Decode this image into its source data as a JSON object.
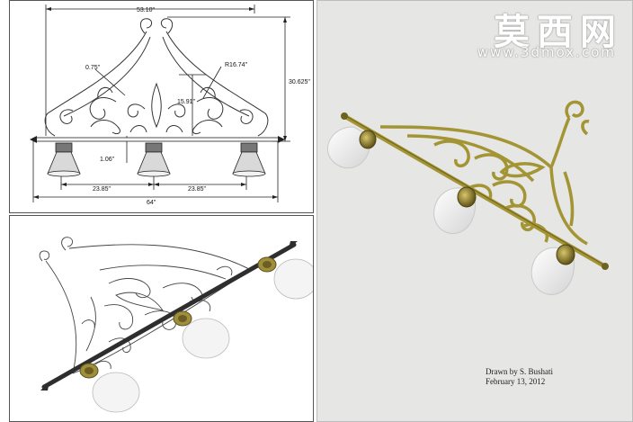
{
  "drawing": {
    "dimensions": {
      "top_width": "53.10\"",
      "height": "30.625\"",
      "radius": "R16.74\"",
      "scroll_width": "0.75\"",
      "center_height": "15.91\"",
      "bar_offset": "1.06\"",
      "left_spacing": "23.85\"",
      "right_spacing": "23.85\"",
      "overall_length": "64\""
    }
  },
  "render": {
    "credit_name": "Drawn by S. Bushati",
    "credit_date": "February 13, 2012",
    "colors": {
      "brass": "#a39434",
      "brass_dark": "#6e6220",
      "glass": "#f7f7f7",
      "background": "#e6e6e4"
    }
  },
  "watermark": {
    "title": "莫西网",
    "url": "www.3dmox.com"
  }
}
